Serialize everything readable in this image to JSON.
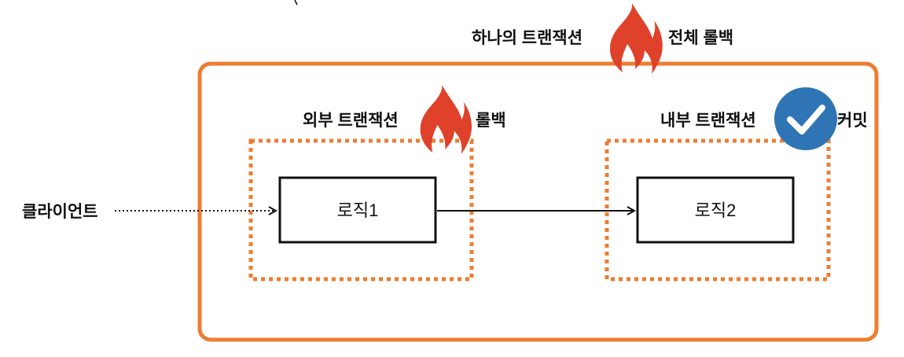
{
  "colors": {
    "transaction_border": "#ED7D31",
    "fire": "#E0412A",
    "check": "#2F74B5",
    "logic_border": "#111111"
  },
  "outer_transaction": {
    "label_left": "하나의 트랜잭션",
    "icon": "fire-icon",
    "label_right": "전체 롤백"
  },
  "client": {
    "label": "클라이언트"
  },
  "outer_inner_transaction": {
    "label": "외부 트랜잭션",
    "icon": "fire-icon",
    "result": "롤백",
    "logic": "로직1"
  },
  "inner_transaction": {
    "label": "내부 트랜잭션",
    "icon": "check-circle-icon",
    "result": "커밋",
    "logic": "로직2"
  }
}
